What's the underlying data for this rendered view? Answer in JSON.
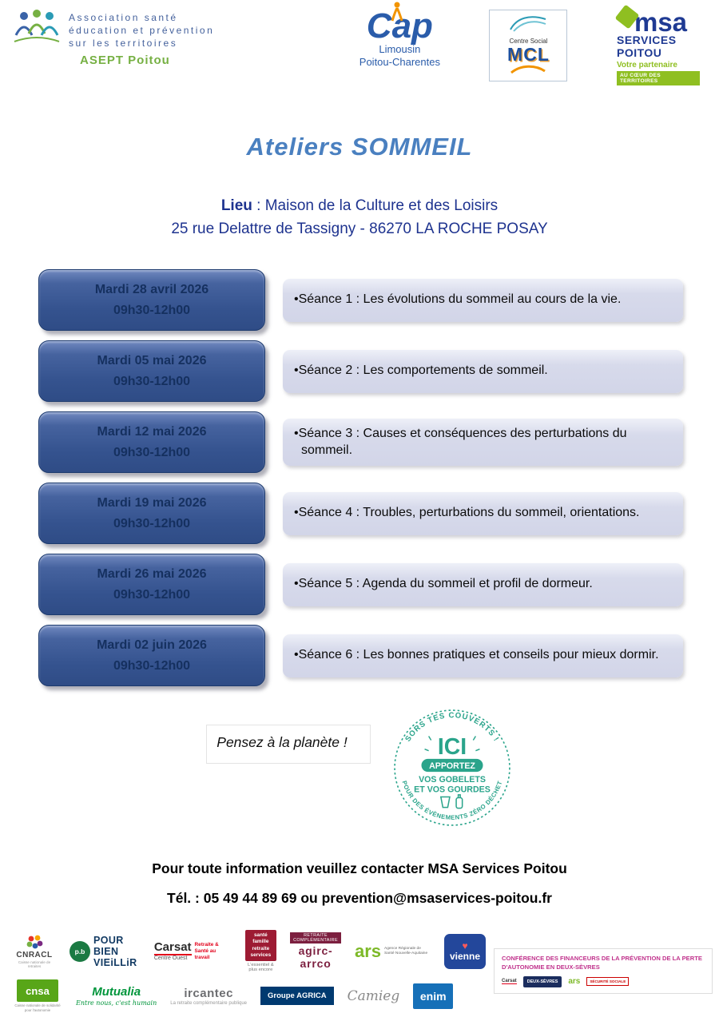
{
  "page": {
    "title": "Ateliers SOMMEIL",
    "location_label": "Lieu",
    "location_rest": " : Maison de la Culture et des Loisirs",
    "location_line2": "25 rue Delattre de Tassigny - 86270 LA ROCHE POSAY"
  },
  "header": {
    "asept": {
      "line1": "Association santé",
      "line2": "éducation et prévention",
      "line3": "sur les territoires",
      "name": "ASEPT Poitou"
    },
    "cap": {
      "name": "Cap",
      "region1": "Limousin",
      "region2": "Poitou-Charentes"
    },
    "mcl": {
      "sub": "Centre Social",
      "name": "MCL"
    },
    "msa": {
      "name": "msa",
      "line1": "SERVICES",
      "line2": "POITOU",
      "tagline": "Votre partenaire",
      "banner": "AU CŒUR DES TERRITOIRES"
    }
  },
  "sessions": [
    {
      "date": "Mardi 28 avril 2026",
      "time": "09h30-12h00",
      "text": "•Séance 1 : Les évolutions du sommeil au cours de la vie."
    },
    {
      "date": "Mardi 05 mai 2026",
      "time": "09h30-12h00",
      "text": "•Séance 2 : Les comportements de sommeil."
    },
    {
      "date": "Mardi 12 mai 2026",
      "time": "09h30-12h00",
      "text": "•Séance 3 : Causes et conséquences des perturbations du sommeil."
    },
    {
      "date": "Mardi 19 mai 2026",
      "time": "09h30-12h00",
      "text": "•Séance 4 : Troubles, perturbations du sommeil, orientations."
    },
    {
      "date": "Mardi 26 mai 2026",
      "time": "09h30-12h00",
      "text": "•Séance 5 : Agenda du sommeil et profil de dormeur."
    },
    {
      "date": "Mardi 02 juin 2026",
      "time": "09h30-12h00",
      "text": "•Séance 6 : Les bonnes pratiques et conseils pour mieux dormir."
    }
  ],
  "eco": {
    "note": "Pensez à la planète !",
    "stamp_top": "SORS TES COUVERTS !",
    "stamp_ici": "ICI",
    "stamp_apportez": "APPORTEZ",
    "stamp_gobelets": "VOS GOBELETS",
    "stamp_gourdes": "ET VOS GOURDES",
    "stamp_bottom": "POUR DES ÉVÈNEMENTS ZÉRO DÉCHET"
  },
  "contact": {
    "line1": "Pour toute information veuillez contacter MSA Services Poitou",
    "line2": "Tél. : 05 49 44 89 69 ou prevention@msaservices-poitou.fr"
  },
  "footer": {
    "cnracl": {
      "name": "CNRACL",
      "sub": "Caisse nationale de retraites"
    },
    "pbv": {
      "abbr": "p.b",
      "name": "POUR BIEN VIEiLLiR"
    },
    "carsat": {
      "name": "Carsat",
      "region": "Centre Ouest",
      "side": "Retraite & Santé au travail"
    },
    "sfrs": {
      "w1": "santé",
      "w2": "famille",
      "w3": "retraite",
      "w4": "services",
      "tagline": "L'essentiel & plus encore"
    },
    "agirc": {
      "top": "RETRAITE COMPLÉMENTAIRE",
      "name": "agirc-arrco"
    },
    "ars": {
      "name": "ars",
      "sub": "Agence Régionale de Santé Nouvelle-Aquitaine"
    },
    "vienne": {
      "heart": "♥",
      "name": "vienne"
    },
    "cnsa": {
      "name": "cnsa",
      "sub": "Caisse nationale de solidarité pour l'autonomie"
    },
    "mutualia": {
      "name": "Mutualia",
      "tagline": "Entre nous, c'est humain"
    },
    "ircantec": {
      "name": "ircantec",
      "sub": "La retraite complémentaire publique"
    },
    "agrica": {
      "name": "Groupe AGRICA"
    },
    "camieg": {
      "name": "Camieg"
    },
    "enim": {
      "name": "enim"
    },
    "conference": {
      "title": "CONFÉRENCE DES FINANCEURS DE LA PRÉVENTION DE LA PERTE D'AUTONOMIE EN DEUX-SÈVRES",
      "chips": [
        "Carsat",
        "DEUX-SÈVRES",
        "ars",
        "SÉCURITÉ SOCIALE"
      ]
    }
  }
}
